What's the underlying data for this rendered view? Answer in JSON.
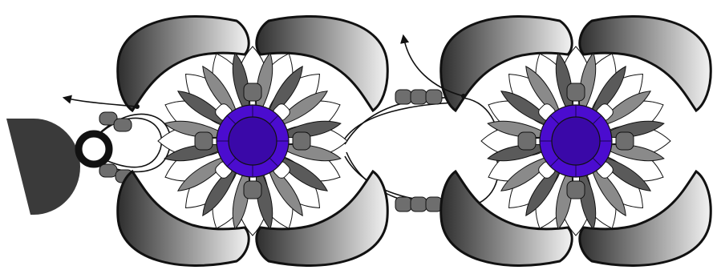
{
  "diagram": {
    "kind": "beaded-ornament-schematic",
    "repeats": 2,
    "colors": {
      "background": "#ffffff",
      "outline": "#111111",
      "crescent_dark": "#2e2e2e",
      "crescent_light": "#f2f2f2",
      "petal_dark": "#5a5a5a",
      "petal_mid": "#8a8a8a",
      "petal_light": "#ffffff",
      "bead_grey": "#6e6e6e",
      "center_purple": "#4b0ccf",
      "center_purple_dark": "#3a08a8",
      "center_lavender": "#b18cf0",
      "clasp": "#3a3a3a",
      "thread": "#111111"
    },
    "parts": [
      {
        "name": "clasp",
        "icon": "half-disc-clasp"
      },
      {
        "name": "jump-ring",
        "icon": "ring"
      },
      {
        "name": "crescent-beads",
        "count_per_unit": 4
      },
      {
        "name": "flower-motif",
        "petals": 16
      },
      {
        "name": "center-rivoli",
        "color": "purple"
      },
      {
        "name": "connector-beads",
        "count_per_link": 3
      },
      {
        "name": "thread-path-arrows",
        "count": 2
      }
    ]
  }
}
